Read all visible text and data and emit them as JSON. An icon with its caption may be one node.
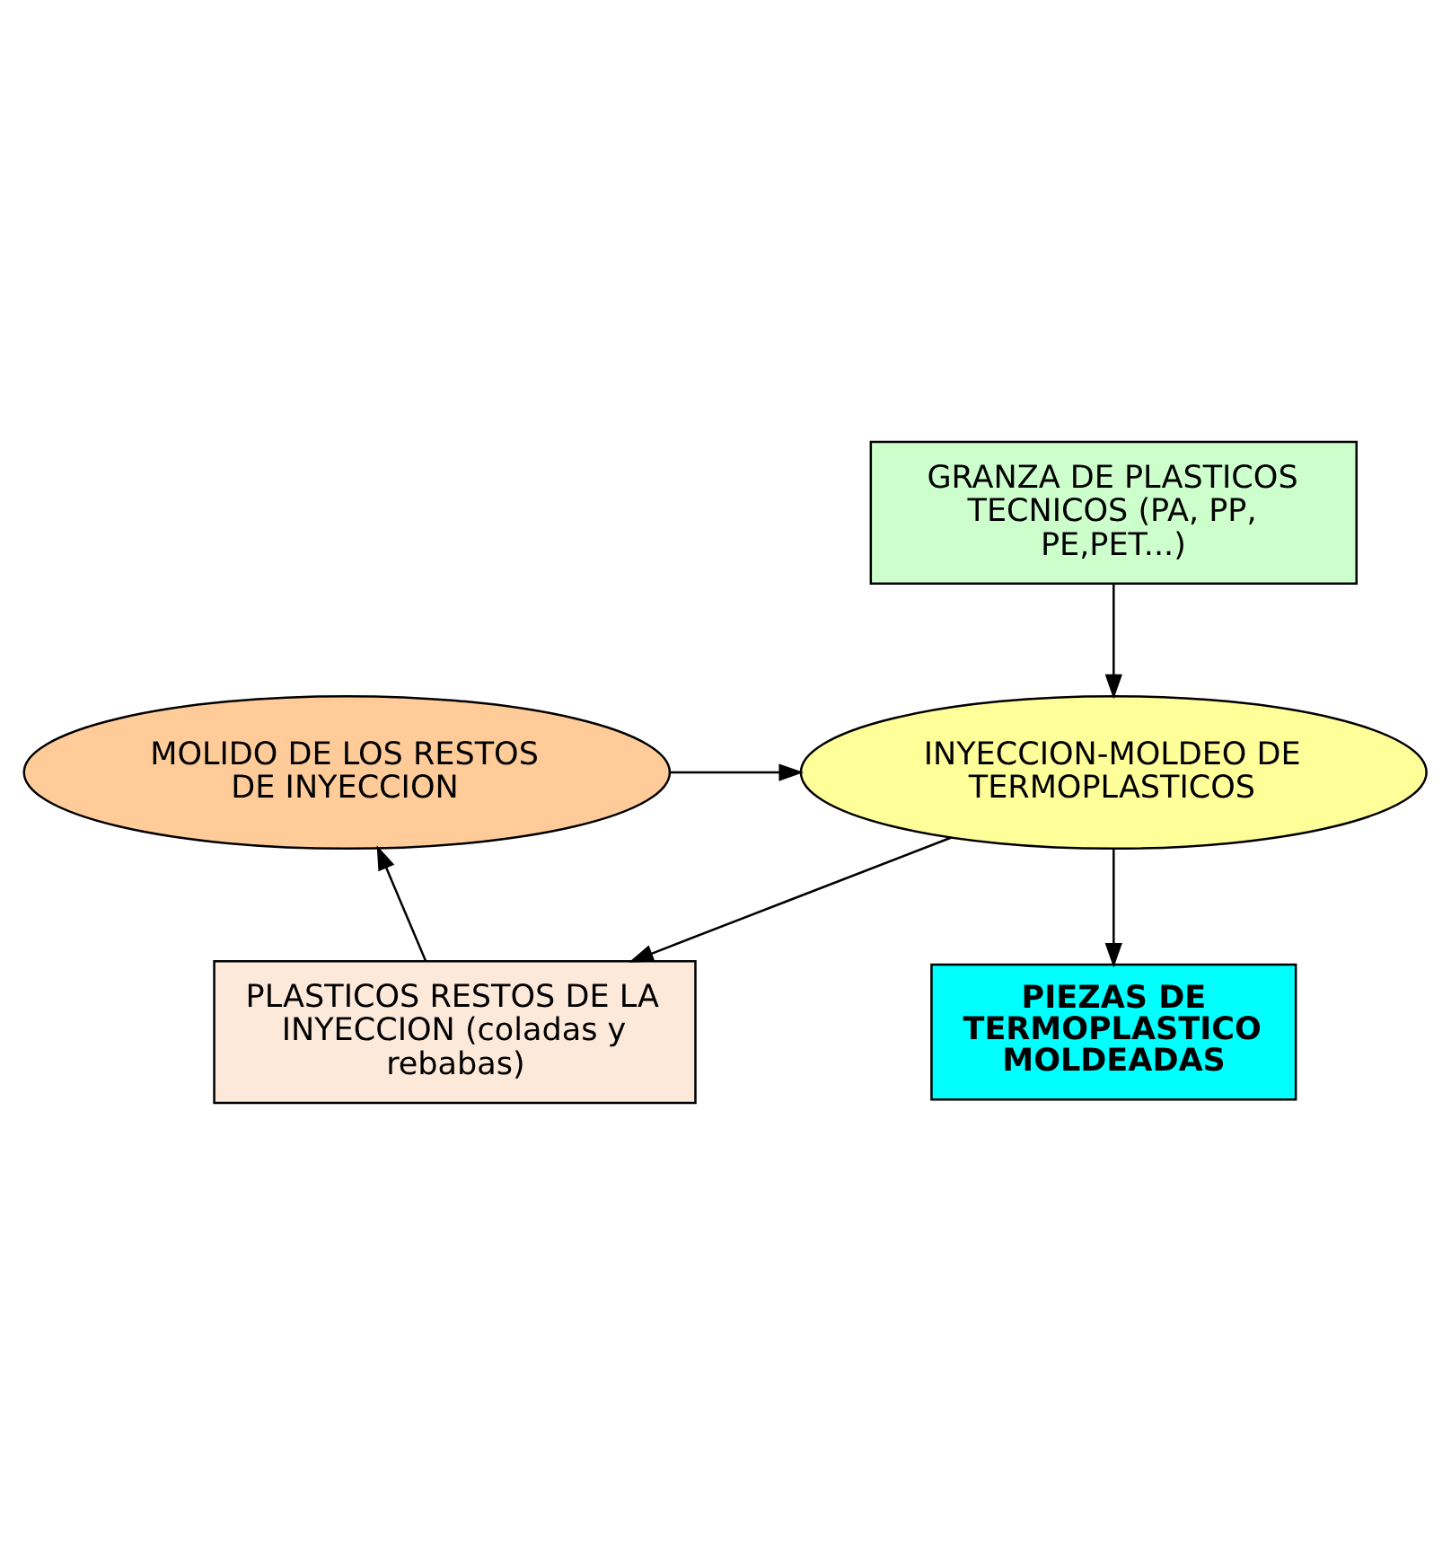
{
  "diagram": {
    "nodes": [
      {
        "text": [
          "GRANZA DE PLASTICOS TECNICOS (PA, PP, PE,PET...)"
        ]
      },
      {
        "text": [
          "INYECCION-MOLDEO DE TERMOPLASTICOS"
        ]
      },
      {
        "text": [
          "MOLIDO DE LOS RESTOS DE INYECCION"
        ]
      },
      {
        "text": [
          "PLASTICOS RESTOS DE LA INYECCION (coladas y rebabas)"
        ]
      },
      {
        "text": [
          "PIEZAS DE TERMOPLASTICO MOLDEADAS"
        ]
      }
    ],
    "edges": [
      {
        "from": 0,
        "to": 1,
        "arrow": "to"
      },
      {
        "from": 1,
        "to": 3,
        "arrow": "to"
      },
      {
        "from": 3,
        "to": 2,
        "arrow": "to"
      },
      {
        "from": 2,
        "to": 1,
        "arrow": "to"
      },
      {
        "from": 1,
        "to": 4,
        "arrow": "to"
      }
    ]
  }
}
